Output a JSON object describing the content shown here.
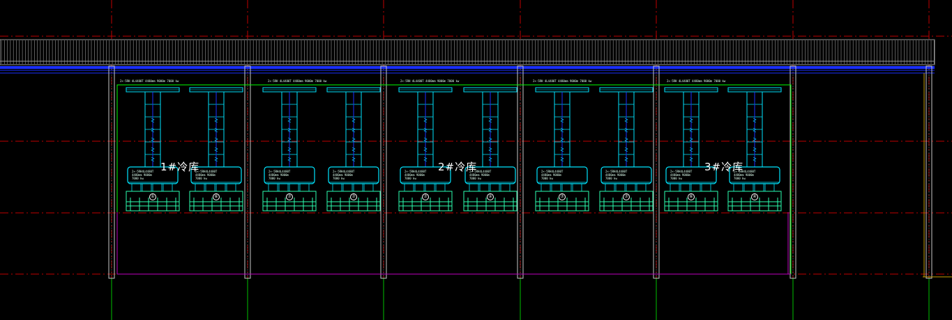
{
  "drawing": {
    "colors": {
      "background": "#000000",
      "axis_red": "#c00000",
      "axis_green": "#00c000",
      "wall_white": "#c8c8c8",
      "beam_blue": "#1a2fff",
      "equipment_cyan": "#00e5ff",
      "base_green": "#2dffb0",
      "room_green": "#00ff00",
      "room_magenta": "#c000c0",
      "roof_grey": "#9a9a9a"
    },
    "rooms": [
      {
        "label": "1#冷库",
        "note": "2×-5RH 4L4480T 4480mm 9000m 7000 kw"
      },
      {
        "label": "",
        "note": "2×-5RH 4L4480T 4480mm 9000m 7000 kw"
      },
      {
        "label": "2#冷库",
        "note": "2×-5RH 4L4480T 4480mm 9000m 7000 kw"
      },
      {
        "label": "",
        "note": "2×-5RH 4L4480T 4480mm 9000m 7000 kw"
      },
      {
        "label": "3#冷库",
        "note": "2×-5RH 4L4480T 4480mm 9000m 7000 kw"
      }
    ],
    "units": [
      {
        "tag": "①",
        "spec1": "2×-5RH4L4480T",
        "spec2": "4480mm 9000m",
        "spec3": "7000 kw"
      },
      {
        "tag": "⑥",
        "spec1": "2×-5RH4L4480T",
        "spec2": "4480mm 9000m",
        "spec3": "7000 kw"
      },
      {
        "tag": "⑦",
        "spec1": "2×-5RH4L4480T",
        "spec2": "4480mm 9000m",
        "spec3": "7000 kw"
      },
      {
        "tag": "⑦",
        "spec1": "2×-5RH4L4480T",
        "spec2": "4480mm 9000m",
        "spec3": "7000 kw"
      },
      {
        "tag": "⑦",
        "spec1": "2×-5RH4L4480T",
        "spec2": "4480mm 9000m",
        "spec3": "7000 kw"
      },
      {
        "tag": "②",
        "spec1": "2×-5RH4L4480T",
        "spec2": "4480mm 9000m",
        "spec3": "7000 kw"
      },
      {
        "tag": "⑦",
        "spec1": "2×-5RH4L4480T",
        "spec2": "4480mm 9000m",
        "spec3": "7000 kw"
      },
      {
        "tag": "⑦",
        "spec1": "2×-5RH4L4480T",
        "spec2": "4480mm 9000m",
        "spec3": "7000 kw"
      },
      {
        "tag": "⑥",
        "spec1": "2×-5RH4L4480T",
        "spec2": "4480mm 9000m",
        "spec3": "7000 kw"
      },
      {
        "tag": "④",
        "spec1": "2×-5RH4L4480T",
        "spec2": "4480mm 9000m",
        "spec3": "7000 kw"
      }
    ]
  }
}
